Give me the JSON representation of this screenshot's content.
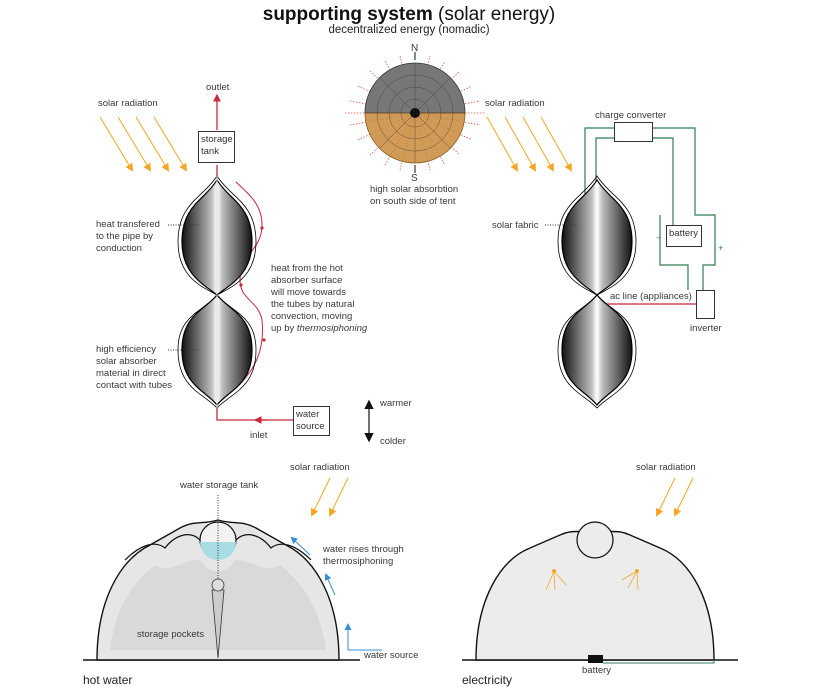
{
  "header": {
    "title_bold": "supporting system",
    "title_regular": "(solar energy)",
    "subtitle": "decentralized energy (nomadic)"
  },
  "hot_water_section": {
    "solar_radiation": "solar radiation",
    "outlet": "outlet",
    "storage_tank": "storage tank",
    "heat_transfer_note": [
      "heat transfered",
      "to the pipe by",
      "conduction"
    ],
    "absorber_note": [
      "high efficiency",
      "solar absorber",
      "material in direct",
      "contact with tubes"
    ],
    "convection_note": [
      "heat from the hot",
      "absorber surface",
      "will move towards",
      "the tubes by natural",
      "convection, moving"
    ],
    "convection_last_prefix": "up by ",
    "convection_last_italic": "thermosiphoning",
    "water_source": "water source",
    "inlet": "inlet",
    "temperature_scale": {
      "top": "warmer",
      "bottom": "colder"
    }
  },
  "compass": {
    "north": "N",
    "south": "S",
    "note": [
      "high solar absorbtion",
      "on south side of tent"
    ]
  },
  "electricity_section": {
    "solar_radiation": "solar radiation",
    "charge_converter": "charge converter",
    "solar_fabric": "solar fabric",
    "battery": "battery",
    "minus": "−",
    "plus": "+",
    "ac_line": "ac line (appliances)",
    "inverter": "inverter"
  },
  "bottom_left": {
    "solar_radiation": "solar radiation",
    "water_storage_tank": "water storage tank",
    "water_rises": [
      "water rises through",
      "thermosiphoning"
    ],
    "storage_pockets": "storage pockets",
    "water_source": "water source",
    "caption": "hot water"
  },
  "bottom_right": {
    "solar_radiation": "solar radiation",
    "battery": "battery",
    "caption": "electricity"
  },
  "colors": {
    "solar": "#f5a623",
    "hot_pipe": "#c8283c",
    "circuit": "#2e7d55",
    "water": "#3a8fd0",
    "tank_water": "#a9dde4",
    "south_half": "#c8893a"
  }
}
